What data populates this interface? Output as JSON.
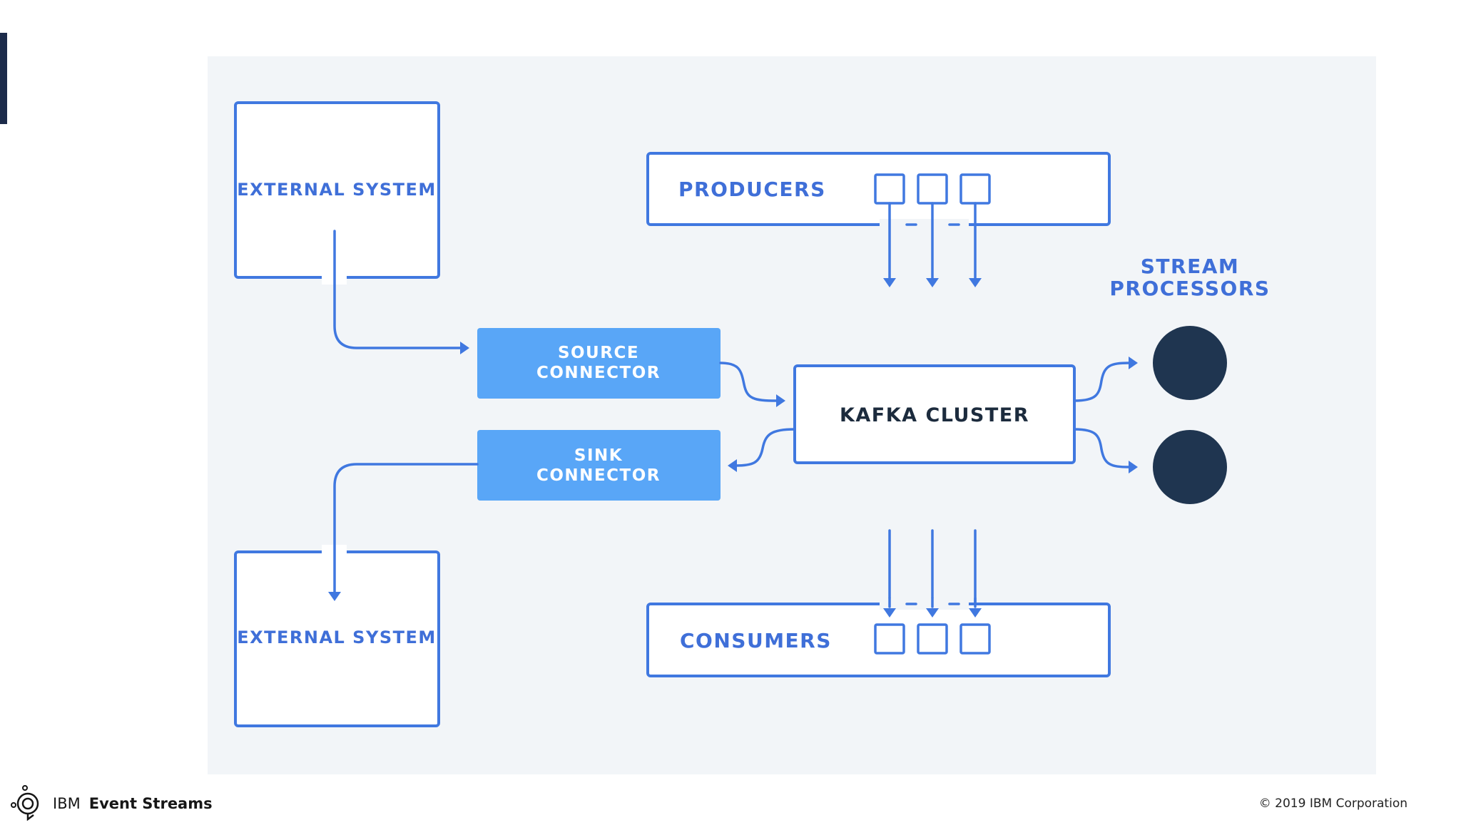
{
  "diagram": {
    "external_system_top": "EXTERNAL SYSTEM",
    "external_system_bottom": "EXTERNAL SYSTEM",
    "producers": "PRODUCERS",
    "consumers": "CONSUMERS",
    "source_connector": [
      "SOURCE",
      "CONNECTOR"
    ],
    "sink_connector": [
      "SINK",
      "CONNECTOR"
    ],
    "kafka_cluster": "KAFKA CLUSTER",
    "stream_processors": [
      "STREAM",
      "PROCESSORS"
    ]
  },
  "footer": {
    "brand_prefix": "IBM",
    "brand_name": "Event Streams",
    "logo_icon": "event-streams-logo-icon",
    "copyright": "© 2019 IBM Corporation"
  },
  "colors": {
    "line": "#4078e0",
    "connector": "#59a6f7",
    "processor": "#1f3550",
    "panel": "#f2f5f8"
  }
}
